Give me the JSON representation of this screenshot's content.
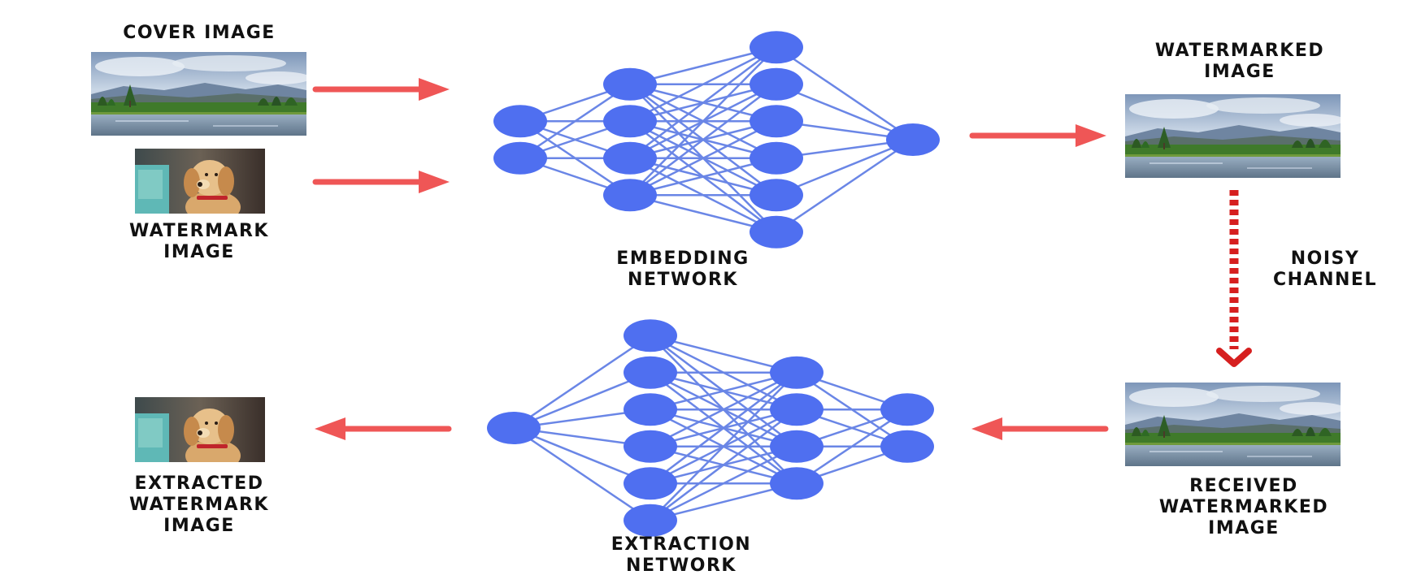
{
  "labels": {
    "cover_image": "COVER IMAGE",
    "watermark_image": "WATERMARK\nIMAGE",
    "embedding_network": "EMBEDDING\nNETWORK",
    "watermarked_image": "WATERMARKED\nIMAGE",
    "noisy_channel": "NOISY\nCHANNEL",
    "received_watermarked_image": "RECEIVED\nWATERMARKED\nIMAGE",
    "extraction_network": "EXTRACTION\nNETWORK",
    "extracted_watermark_image": "EXTRACTED\nWATERMARK\nIMAGE"
  },
  "images": {
    "cover": "landscape-photo",
    "watermark": "puppy-photo",
    "watermarked": "landscape-photo",
    "received": "landscape-photo",
    "extracted": "puppy-photo"
  },
  "networks": {
    "embedding_layers": [
      2,
      4,
      6,
      1
    ],
    "extraction_layers": [
      1,
      6,
      4,
      2
    ]
  },
  "colors": {
    "node": "#4f6ff0",
    "edge": "#6a86e6",
    "arrow": "#ef5656",
    "noisy_arrow": "#d61f1f"
  }
}
